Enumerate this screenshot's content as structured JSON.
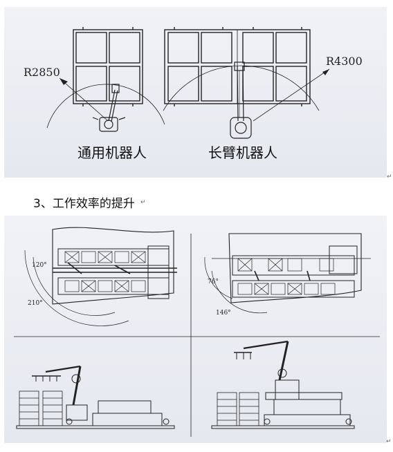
{
  "figure1": {
    "left_radius_label": "R2850",
    "right_radius_label": "R4300",
    "left_caption": "通用机器人",
    "right_caption": "长臂机器人"
  },
  "section": {
    "heading": "3、工作效率的提升"
  },
  "figure2": {
    "angle_top_left_inner": "120°",
    "angle_top_left_outer": "210°",
    "angle_top_right_inner": "76°",
    "angle_top_right_outer": "146°"
  },
  "paragraph_mark": "↵"
}
